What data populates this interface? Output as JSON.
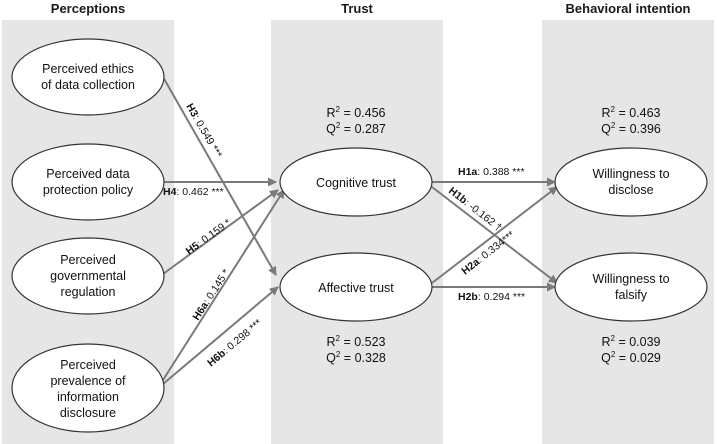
{
  "columns": {
    "perceptions": "Perceptions",
    "trust": "Trust",
    "behavioral_intention": "Behavioral intention"
  },
  "nodes": {
    "ethics": [
      "Perceived ethics",
      "of data collection"
    ],
    "policy": [
      "Perceived data",
      "protection policy"
    ],
    "regulation": [
      "Perceived",
      "governmental",
      "regulation"
    ],
    "prevalence": [
      "Perceived",
      "prevalence of",
      "information",
      "disclosure"
    ],
    "cognitive": [
      "Cognitive trust"
    ],
    "affective": [
      "Affective trust"
    ],
    "disclose": [
      "Willingness to",
      "disclose"
    ],
    "falsify": [
      "Willingness to",
      "falsify"
    ]
  },
  "stats": {
    "cognitive": {
      "r2": "0.456",
      "q2": "0.287"
    },
    "affective": {
      "r2": "0.523",
      "q2": "0.328"
    },
    "disclose": {
      "r2": "0.463",
      "q2": "0.396"
    },
    "falsify": {
      "r2": "0.039",
      "q2": "0.029"
    }
  },
  "paths": {
    "H3": {
      "id": "H3",
      "coef": "0.549 ***"
    },
    "H4": {
      "id": "H4",
      "coef": "0.462 ***"
    },
    "H5": {
      "id": "H5",
      "coef": "0.159 *"
    },
    "H6a": {
      "id": "H6a",
      "coef": "0.145 *"
    },
    "H6b": {
      "id": "H6b",
      "coef": "0.298 ***"
    },
    "H1a": {
      "id": "H1a",
      "coef": "0.388 ***"
    },
    "H1b": {
      "id": "H1b",
      "coef": "-0.162 †"
    },
    "H2a": {
      "id": "H2a",
      "coef": "0.334***"
    },
    "H2b": {
      "id": "H2b",
      "coef": "0.294 ***"
    }
  }
}
